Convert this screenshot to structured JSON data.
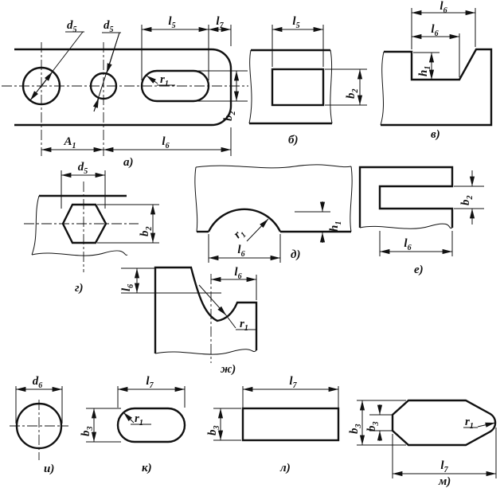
{
  "drawing": {
    "background": "#ffffff",
    "ink": "#111111",
    "captions": {
      "a": "а)",
      "b": "б)",
      "v": "в)",
      "g": "г)",
      "d": "д)",
      "e": "е)",
      "zh": "ж)",
      "i": "и)",
      "k": "к)",
      "l": "л)",
      "m": "м)"
    },
    "dims": {
      "d5": {
        "m": "d",
        "s": "5"
      },
      "d6": {
        "m": "d",
        "s": "6"
      },
      "l5": {
        "m": "l",
        "s": "5"
      },
      "l6": {
        "m": "l",
        "s": "6"
      },
      "l7": {
        "m": "l",
        "s": "7"
      },
      "b2": {
        "m": "b",
        "s": "2"
      },
      "b3": {
        "m": "b",
        "s": "3"
      },
      "h1": {
        "m": "h",
        "s": "1"
      },
      "r1": {
        "m": "r",
        "s": "1"
      },
      "A1": {
        "m": "A",
        "s": "1"
      }
    }
  }
}
